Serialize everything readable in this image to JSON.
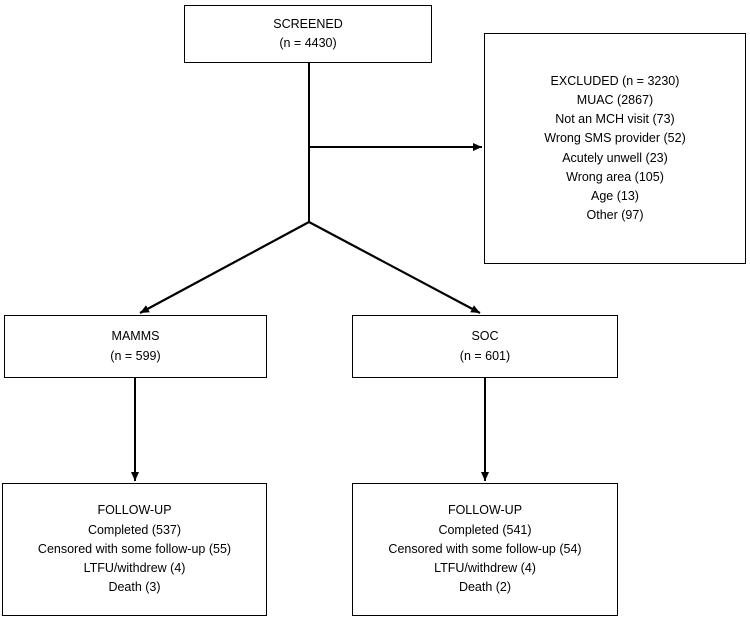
{
  "colors": {
    "background": "#ffffff",
    "box_border": "#000000",
    "connector_line": "#000000",
    "text": "#000000"
  },
  "boxes": {
    "screened": {
      "lines": [
        "SCREENED",
        "(n = 4430)"
      ]
    },
    "excluded": {
      "lines": [
        "EXCLUDED (n = 3230)",
        "MUAC (2867)",
        "Not an MCH visit (73)",
        "Wrong SMS provider (52)",
        "Acutely unwell (23)",
        "Wrong area (105)",
        "Age (13)",
        "Other (97)"
      ]
    },
    "mamms": {
      "lines": [
        "MAMMS",
        "(n = 599)"
      ]
    },
    "soc": {
      "lines": [
        "SOC",
        "(n = 601)"
      ]
    },
    "followup_mamms": {
      "lines": [
        "FOLLOW-UP",
        "Completed (537)",
        "Censored with some follow-up (55)",
        "LTFU/withdrew (4)",
        "Death (3)"
      ]
    },
    "followup_soc": {
      "lines": [
        "FOLLOW-UP",
        "Completed (541)",
        "Censored with some follow-up (54)",
        "LTFU/withdrew (4)",
        "Death (2)"
      ]
    }
  }
}
